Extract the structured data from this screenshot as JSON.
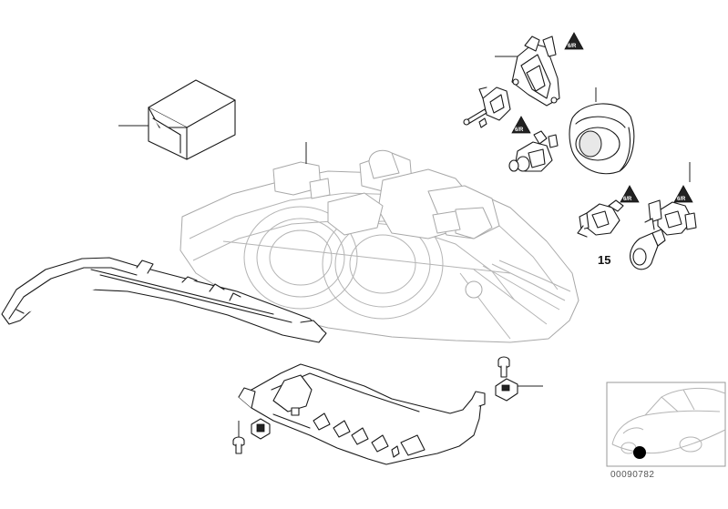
{
  "callout_number": "15",
  "diagram_id": "00090782",
  "warning_symbol_text": "6/R",
  "colors": {
    "line": "#1a1a1a",
    "faint": "#a8a8a8",
    "background": "#ffffff",
    "thumb_marker": "#000000"
  }
}
